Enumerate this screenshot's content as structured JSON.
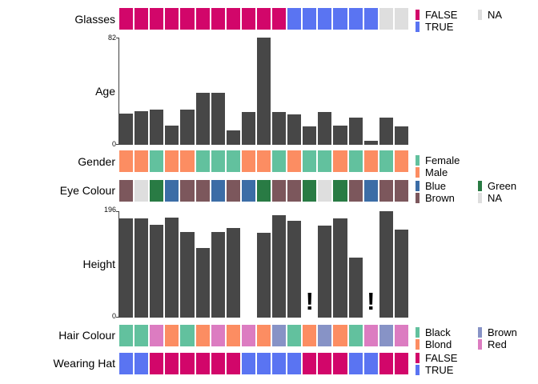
{
  "n_columns": 19,
  "colors": {
    "bar": "#474747",
    "axis": "#404040",
    "false": "#D2066A",
    "true": "#5A74F2",
    "na": "#DEDEDE",
    "female": "#62C19E",
    "male": "#FC8D62",
    "eye_blue": "#3C6DA6",
    "eye_green": "#297B44",
    "eye_brown": "#7C575C",
    "hair_black": "#62C19E",
    "hair_blond": "#FC8D62",
    "hair_brown": "#8793C6",
    "hair_red": "#DC7CC1"
  },
  "chart_data": [
    {
      "row": "glasses",
      "label": "Glasses",
      "type": "heatmap",
      "values": [
        "FALSE",
        "FALSE",
        "FALSE",
        "FALSE",
        "FALSE",
        "FALSE",
        "FALSE",
        "FALSE",
        "FALSE",
        "FALSE",
        "FALSE",
        "TRUE",
        "TRUE",
        "TRUE",
        "TRUE",
        "TRUE",
        "TRUE",
        "NA",
        "NA"
      ],
      "color_map": {
        "FALSE": "#D2066A",
        "TRUE": "#5A74F2",
        "NA": "#DEDEDE"
      },
      "legend": [
        {
          "label": "FALSE",
          "color": "#D2066A"
        },
        {
          "label": "TRUE",
          "color": "#5A74F2"
        },
        {
          "label": "NA",
          "color": "#DEDEDE"
        }
      ]
    },
    {
      "row": "age",
      "label": "Age",
      "type": "bar",
      "ylim": [
        0,
        82
      ],
      "axis_max_label": "82",
      "axis_min_label": "0",
      "values": [
        24,
        26,
        27,
        15,
        27,
        40,
        40,
        11,
        25,
        82,
        25,
        23,
        14,
        25,
        15,
        21,
        3,
        21,
        14
      ]
    },
    {
      "row": "gender",
      "label": "Gender",
      "type": "heatmap",
      "values": [
        "Male",
        "Male",
        "Female",
        "Male",
        "Male",
        "Female",
        "Female",
        "Female",
        "Male",
        "Male",
        "Female",
        "Male",
        "Female",
        "Female",
        "Male",
        "Female",
        "Male",
        "Female",
        "Male"
      ],
      "color_map": {
        "Female": "#62C19E",
        "Male": "#FC8D62"
      },
      "legend": [
        {
          "label": "Female",
          "color": "#62C19E"
        },
        {
          "label": "Male",
          "color": "#FC8D62"
        }
      ]
    },
    {
      "row": "eye_colour",
      "label": "Eye Colour",
      "type": "heatmap",
      "values": [
        "Brown",
        "NA",
        "Green",
        "Blue",
        "Brown",
        "Brown",
        "Blue",
        "Brown",
        "Blue",
        "Green",
        "Brown",
        "Brown",
        "Green",
        "NA",
        "Green",
        "Brown",
        "Blue",
        "Brown",
        "Brown"
      ],
      "color_map": {
        "Blue": "#3C6DA6",
        "Green": "#297B44",
        "Brown": "#7C575C",
        "NA": "#DEDEDE"
      },
      "legend": [
        {
          "label": "Blue",
          "color": "#3C6DA6"
        },
        {
          "label": "Brown",
          "color": "#7C575C"
        },
        {
          "label": "Green",
          "color": "#297B44"
        },
        {
          "label": "NA",
          "color": "#DEDEDE"
        }
      ]
    },
    {
      "row": "height",
      "label": "Height",
      "type": "bar",
      "ylim": [
        0,
        196
      ],
      "axis_max_label": "196",
      "axis_min_label": "0",
      "missing_marker": "!",
      "values": [
        183,
        183,
        171,
        184,
        157,
        128,
        157,
        165,
        null,
        156,
        189,
        178,
        "!",
        169,
        183,
        110,
        "!",
        196,
        162
      ]
    },
    {
      "row": "hair_colour",
      "label": "Hair Colour",
      "type": "heatmap",
      "values": [
        "Black",
        "Black",
        "Red",
        "Blond",
        "Black",
        "Blond",
        "Red",
        "Blond",
        "Red",
        "Blond",
        "Brown",
        "Black",
        "Blond",
        "Brown",
        "Blond",
        "Black",
        "Red",
        "Brown",
        "Red"
      ],
      "color_map": {
        "Black": "#62C19E",
        "Blond": "#FC8D62",
        "Brown": "#8793C6",
        "Red": "#DC7CC1"
      },
      "legend": [
        {
          "label": "Black",
          "color": "#62C19E"
        },
        {
          "label": "Blond",
          "color": "#FC8D62"
        },
        {
          "label": "Brown",
          "color": "#8793C6"
        },
        {
          "label": "Red",
          "color": "#DC7CC1"
        }
      ]
    },
    {
      "row": "wearing_hat",
      "label": "Wearing Hat",
      "type": "heatmap",
      "values": [
        "TRUE",
        "TRUE",
        "FALSE",
        "FALSE",
        "FALSE",
        "FALSE",
        "FALSE",
        "FALSE",
        "TRUE",
        "TRUE",
        "TRUE",
        "TRUE",
        "FALSE",
        "FALSE",
        "FALSE",
        "TRUE",
        "TRUE",
        "FALSE",
        "FALSE"
      ],
      "color_map": {
        "FALSE": "#D2066A",
        "TRUE": "#5A74F2"
      },
      "legend": [
        {
          "label": "FALSE",
          "color": "#D2066A"
        },
        {
          "label": "TRUE",
          "color": "#5A74F2"
        }
      ]
    }
  ]
}
